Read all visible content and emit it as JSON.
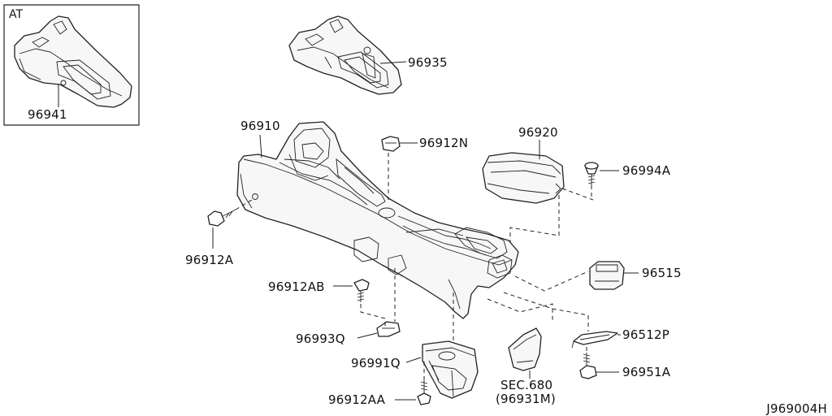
{
  "inset": {
    "tag": "AT",
    "part_label": "96941"
  },
  "labels": {
    "p96935": "96935",
    "p96910": "96910",
    "p96912N": "96912N",
    "p96920": "96920",
    "p96994A": "96994A",
    "p96912A": "96912A",
    "p96515": "96515",
    "p96912AB": "96912AB",
    "p96512P": "96512P",
    "p96993Q": "96993Q",
    "p96991Q": "96991Q",
    "p96951A": "96951A",
    "sec680": "SEC.680",
    "p96931M": "(96931M)",
    "p96912AA": "96912AA"
  },
  "diagram_id": "J969004H"
}
